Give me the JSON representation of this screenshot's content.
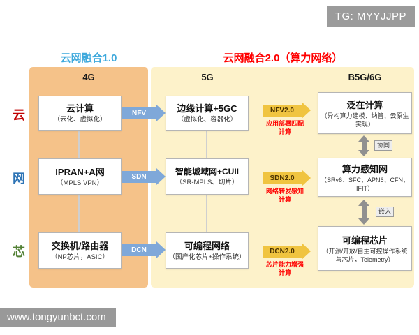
{
  "overlays": {
    "tg_badge": "TG: MYYJJPP",
    "site_watermark": "www.tongyunbct.com"
  },
  "header": {
    "era1_title": "云网融合1.0",
    "era2_title": "云网融合2.0（算力网络）"
  },
  "columns": {
    "c1": "4G",
    "c2": "5G",
    "c3": "B5G/6G"
  },
  "layers": {
    "cloud": "云",
    "network": "网",
    "chip": "芯"
  },
  "rows": [
    {
      "box1": {
        "title": "云计算",
        "sub": "（云化、虚拟化）"
      },
      "arrow1": "NFV",
      "box2": {
        "title": "边缘计算+5GC",
        "sub": "（虚拟化、容器化）"
      },
      "arrow2": "NFV2.0",
      "note": "应用部署匹配计算",
      "box3": {
        "title": "泛在计算",
        "sub": "（异构算力建模、纳管、云原生实现）"
      }
    },
    {
      "box1": {
        "title": "IPRAN+A网",
        "sub": "（MPLS VPN）"
      },
      "arrow1": "SDN",
      "box2": {
        "title": "智能城域网+CUII",
        "sub": "（SR-MPLS、切片）"
      },
      "arrow2": "SDN2.0",
      "note": "网络转发感知计算",
      "box3": {
        "title": "算力感知网",
        "sub": "（SRv6、SFC、APN6、CFN、IFIT）"
      }
    },
    {
      "box1": {
        "title": "交换机/路由器",
        "sub": "（NP芯片，ASIC）"
      },
      "arrow1": "DCN",
      "box2": {
        "title": "可编程网络",
        "sub": "（国产化芯片+操作系统）"
      },
      "arrow2": "DCN2.0",
      "note": "芯片能力增强计算",
      "box3": {
        "title": "可编程芯片",
        "sub": "（开源/开放/自主可控操作系统与芯片，Telemetry）"
      }
    }
  ],
  "links": {
    "link1": "协同",
    "link2": "嵌入"
  },
  "colors": {
    "era1_accent": "#3fa9dc",
    "era2_accent": "#ff0000",
    "panel1_bg": "#f5c289",
    "panel2_bg": "#fdf2ca",
    "arrow_blue": "#7fa8d9",
    "arrow_gold": "#f0c440",
    "layer_cloud": "#c00000",
    "layer_network": "#2e74b5",
    "layer_chip": "#538135"
  }
}
